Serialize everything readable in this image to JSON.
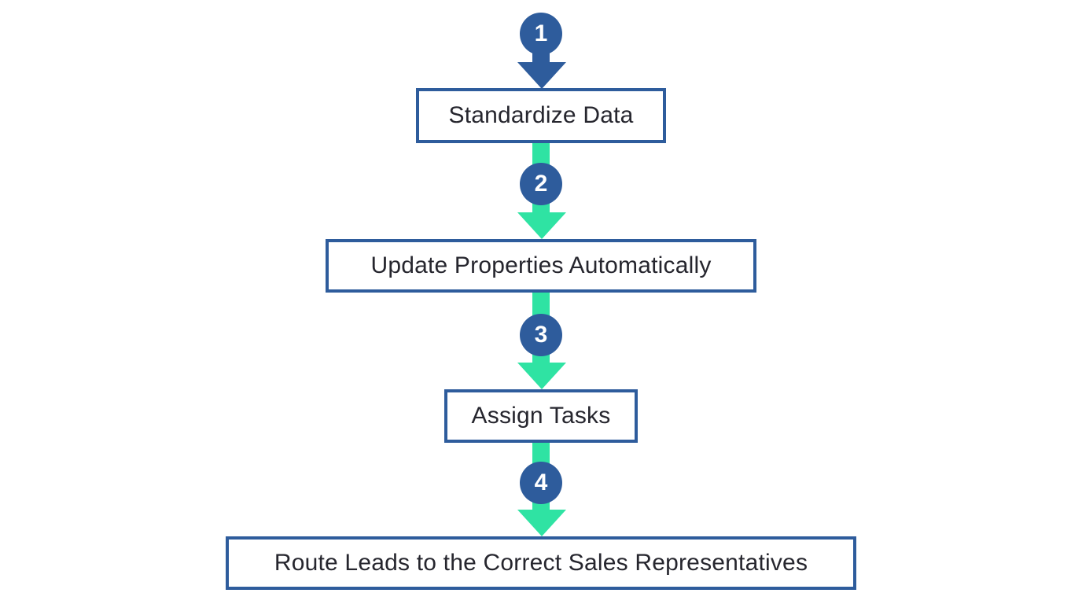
{
  "flowchart": {
    "steps": [
      {
        "number": "1",
        "label": "Standardize Data"
      },
      {
        "number": "2",
        "label": "Update Properties Automatically"
      },
      {
        "number": "3",
        "label": "Assign Tasks"
      },
      {
        "number": "4",
        "label": "Route Leads to the Correct Sales Representatives"
      }
    ],
    "colors": {
      "primary_blue": "#2e5c9c",
      "arrow_green": "#2fe3a3",
      "background": "#ffffff",
      "box_background": "#ffffff",
      "label_text": "#26262e",
      "number_text": "#ffffff"
    }
  }
}
